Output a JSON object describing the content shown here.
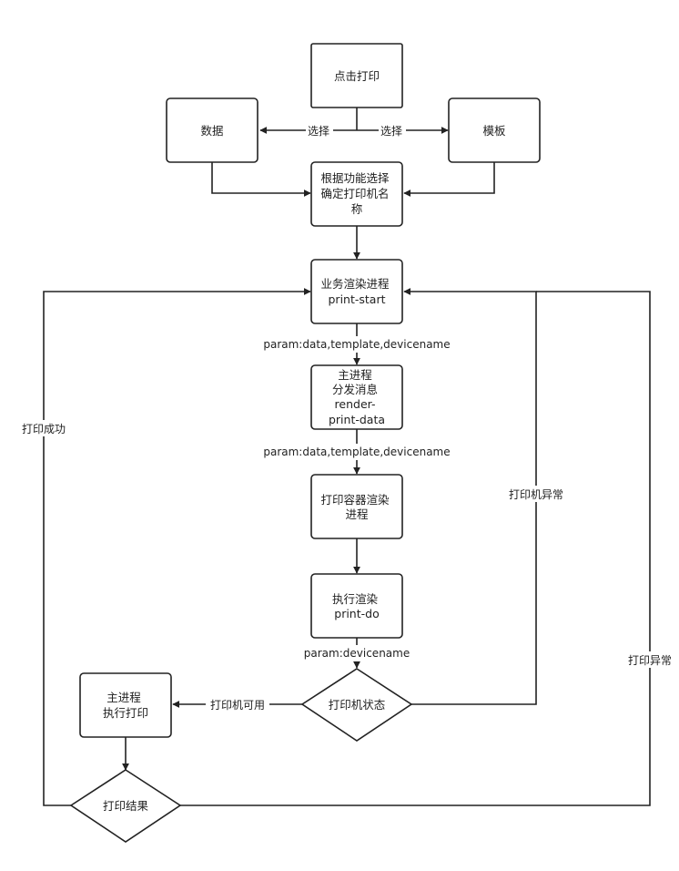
{
  "nodes": {
    "click_print": {
      "lines": [
        "点击打印"
      ]
    },
    "data": {
      "lines": [
        "数据"
      ]
    },
    "template": {
      "lines": [
        "模板"
      ]
    },
    "determine_printer": {
      "lines": [
        "根据功能选择",
        "确定打印机名",
        "称"
      ]
    },
    "biz_render": {
      "lines": [
        "业务渲染进程",
        "print-start"
      ]
    },
    "main_dispatch": {
      "lines": [
        "主进程",
        "分发消息",
        "render-",
        "print-data"
      ]
    },
    "print_container": {
      "lines": [
        "打印容器渲染",
        "进程"
      ]
    },
    "exec_render": {
      "lines": [
        "执行渲染",
        "print-do"
      ]
    },
    "printer_status": {
      "lines": [
        "打印机状态"
      ]
    },
    "main_exec_print": {
      "lines": [
        "主进程",
        "执行打印"
      ]
    },
    "print_result": {
      "lines": [
        "打印结果"
      ]
    }
  },
  "edge_labels": {
    "select_left": "选择",
    "select_right": "选择",
    "param1": "param:data,template,devicename",
    "param2": "param:data,template,devicename",
    "param3": "param:devicename",
    "printer_available": "打印机可用",
    "printer_error": "打印机异常",
    "print_success": "打印成功",
    "print_error": "打印异常"
  }
}
